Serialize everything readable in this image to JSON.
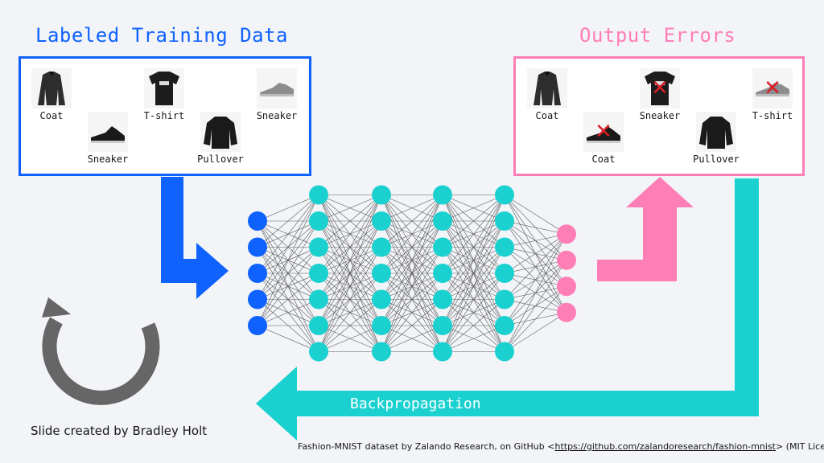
{
  "title_training": "Labeled Training Data",
  "title_errors": "Output Errors",
  "training_items": [
    {
      "label": "Coat",
      "icon": "coat-image"
    },
    {
      "label": "Sneaker",
      "icon": "sneaker-image"
    },
    {
      "label": "T-shirt",
      "icon": "tshirt-image"
    },
    {
      "label": "Pullover",
      "icon": "pullover-image"
    },
    {
      "label": "Sneaker",
      "icon": "sneaker-image"
    }
  ],
  "error_items": [
    {
      "label": "Coat",
      "icon": "coat-image",
      "wrong": false
    },
    {
      "label": "Coat",
      "icon": "sneaker-image",
      "wrong": true
    },
    {
      "label": "Sneaker",
      "icon": "tshirt-image",
      "wrong": true
    },
    {
      "label": "Pullover",
      "icon": "pullover-image",
      "wrong": false
    },
    {
      "label": "T-shirt",
      "icon": "sneaker-image",
      "wrong": true
    }
  ],
  "backprop_label": "Backpropagation",
  "credit": "Slide created by Bradley Holt",
  "source": {
    "prefix": "Fashion-MNIST dataset by Zalando Research, on GitHub <",
    "link": "https://github.com/zalandoresearch/fashion-mnist",
    "suffix": "> (MIT License)."
  },
  "network": {
    "layers": [
      5,
      7,
      7,
      7,
      7,
      4
    ]
  },
  "colors": {
    "blue": "#0f62fe",
    "teal": "#1bd1d0",
    "pink": "#ff7eb6",
    "gray": "#666666",
    "error_x": "#da1e28"
  },
  "icons": {
    "x_mark": "✕"
  }
}
